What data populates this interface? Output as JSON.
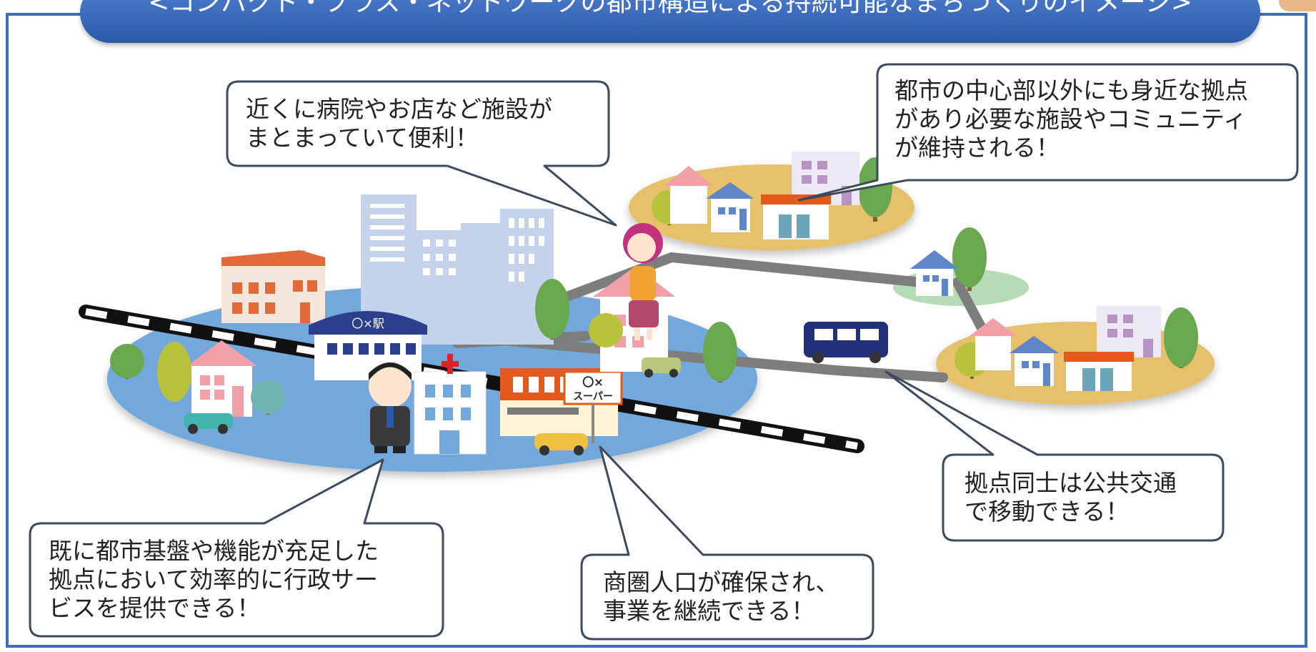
{
  "title": "<コンパクト・プラス・ネットワークの都市構造による持続可能なまちづくりのイメージ>",
  "signs": {
    "station": "〇×駅",
    "supermarket_line1": "〇×",
    "supermarket_line2": "スーパー"
  },
  "callouts": {
    "convenience": {
      "line1": "近くに病院やお店など施設が",
      "line2": "まとまっていて便利！"
    },
    "satellite": {
      "line1": "都市の中心部以外にも身近な拠点",
      "line2": "があり必要な施設やコミュニティ",
      "line3": "が維持される！"
    },
    "admin": {
      "line1": "既に都市基盤や機能が充足した",
      "line2": "拠点において効率的に行政サー",
      "line3": "ビスを提供できる！"
    },
    "commerce": {
      "line1": "商圏人口が確保され、",
      "line2": "事業を継続できる！"
    },
    "transit": {
      "line1": "拠点同士は公共交通",
      "line2": "で移動できる！"
    }
  },
  "colors": {
    "frame": "#3f6fb9",
    "banner": "#2c5aa8",
    "city_area": "#72a8dc",
    "satellite_area": "#e6c06a",
    "small_area": "#b5dcb6",
    "road": "#7d7d7d",
    "bus": "#22307a"
  }
}
